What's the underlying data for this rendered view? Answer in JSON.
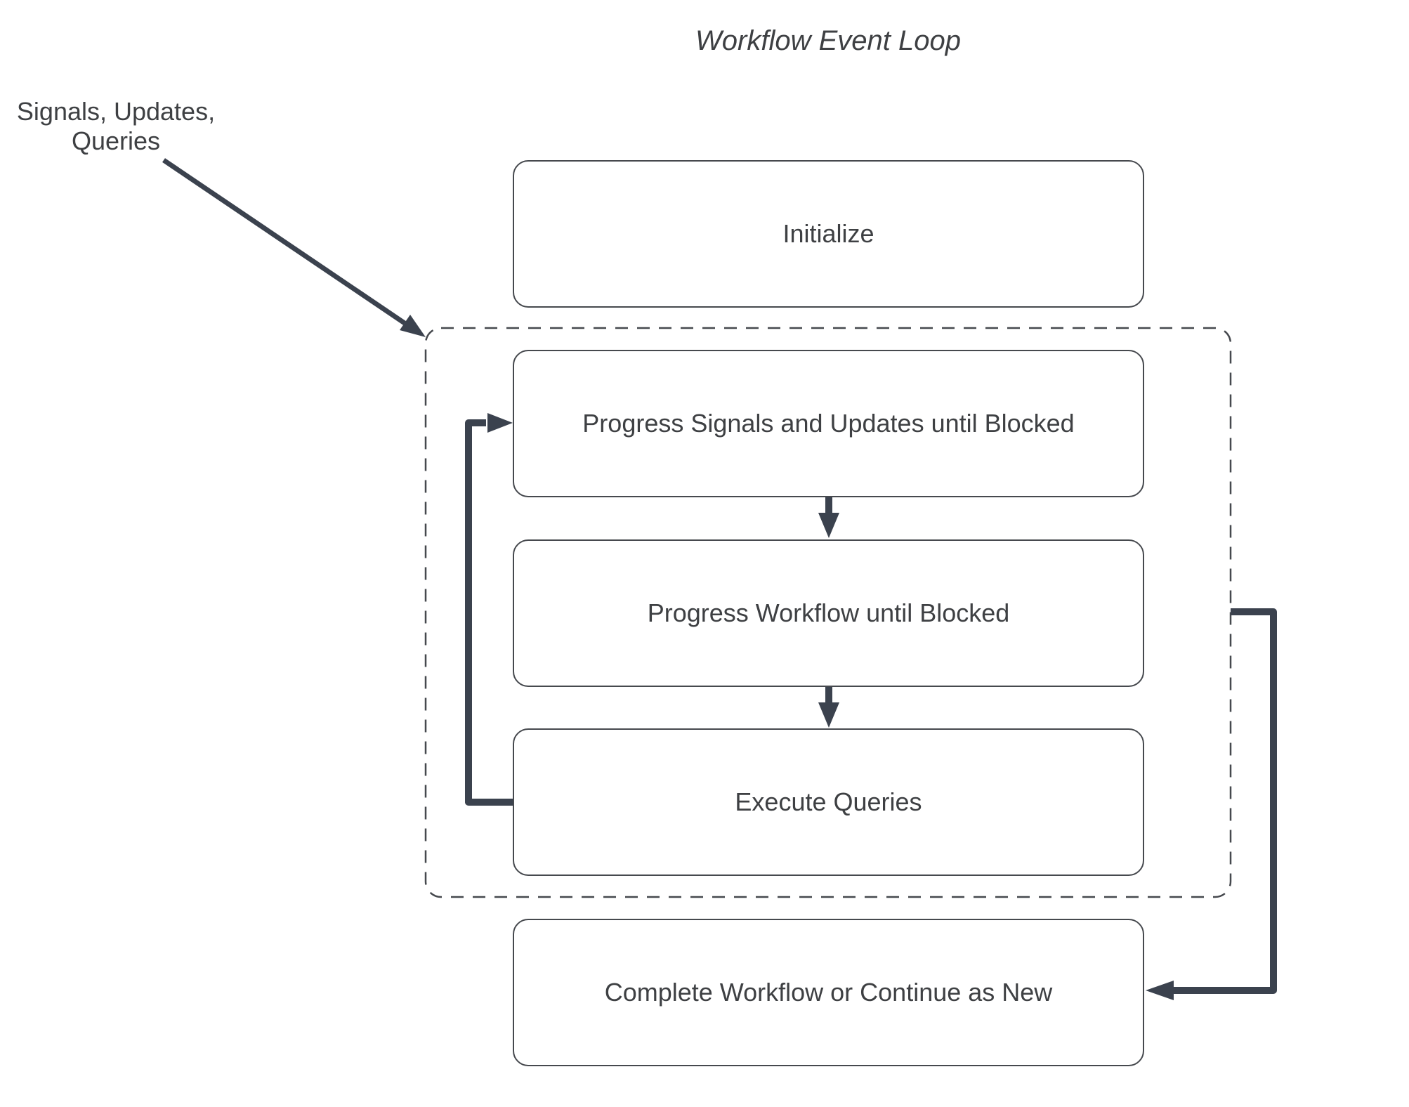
{
  "title": "Workflow Event Loop",
  "annotation": {
    "line1": "Signals, Updates,",
    "line2": "Queries"
  },
  "nodes": {
    "initialize": "Initialize",
    "progress_signals": "Progress Signals and Updates until Blocked",
    "progress_workflow": "Progress Workflow until Blocked",
    "execute_queries": "Execute Queries",
    "complete": "Complete Workflow or Continue as New"
  },
  "group": {
    "name": "event-loop-group",
    "style": "dashed"
  },
  "edges": [
    {
      "from": "signals-updates-queries-label",
      "to": "event-loop-group",
      "type": "thin-arrow"
    },
    {
      "from": "progress_signals",
      "to": "progress_workflow",
      "type": "down-arrow"
    },
    {
      "from": "progress_workflow",
      "to": "execute_queries",
      "type": "down-arrow"
    },
    {
      "from": "execute_queries",
      "to": "progress_signals",
      "type": "loop-back-arrow"
    },
    {
      "from": "event-loop-group",
      "to": "complete",
      "type": "exit-arrow"
    }
  ],
  "colors": {
    "background": "#ffffff",
    "text": "#3e4043",
    "node_border": "#46494e",
    "arrow": "#3b424e"
  }
}
